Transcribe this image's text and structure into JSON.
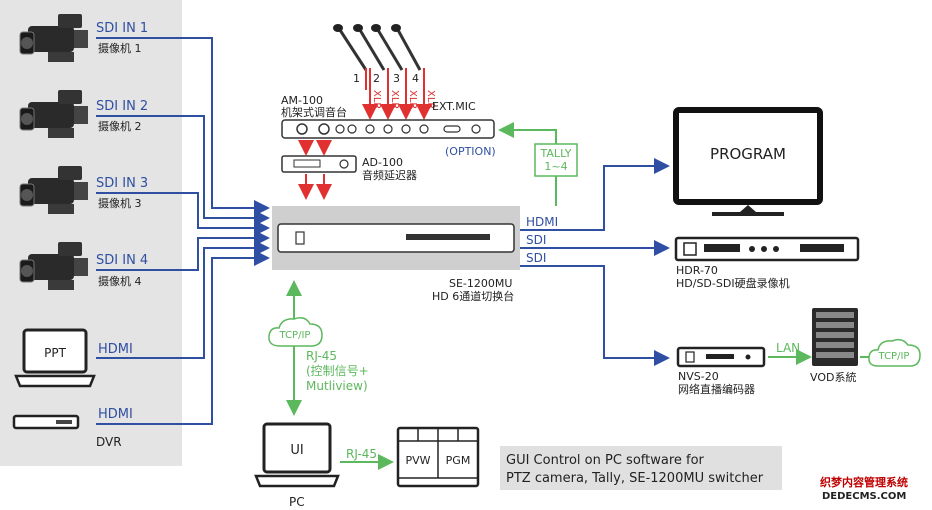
{
  "cameras": [
    {
      "input": "SDI IN 1",
      "label": "摄像机 1"
    },
    {
      "input": "SDI IN 2",
      "label": "摄像机 2"
    },
    {
      "input": "SDI IN 3",
      "label": "摄像机 3"
    },
    {
      "input": "SDI IN 4",
      "label": "摄像机 4"
    }
  ],
  "laptop": {
    "screen": "PPT",
    "link": "HDMI"
  },
  "dvr": {
    "label": "DVR",
    "link": "HDMI"
  },
  "mics": {
    "numbers": [
      "1",
      "2",
      "3",
      "4"
    ],
    "xlr": "XLR",
    "ext": "EXT.MIC"
  },
  "mixer": {
    "model": "AM-100",
    "desc": "机架式调音台",
    "option": "(OPTION)"
  },
  "delay": {
    "model": "AD-100",
    "desc": "音频延迟器"
  },
  "tally": {
    "line1": "TALLY",
    "line2": "1~4"
  },
  "switcher": {
    "model": "SE-1200MU",
    "desc": "HD 6通道切换台"
  },
  "outputs": {
    "hdmi": "HDMI",
    "sdi1": "SDI",
    "sdi2": "SDI"
  },
  "program": {
    "label": "PROGRAM"
  },
  "recorder": {
    "model": "HDR-70",
    "desc": "HD/SD-SDI硬盘录像机"
  },
  "encoder": {
    "model": "NVS-20",
    "desc": "网络直播编码器",
    "link": "LAN"
  },
  "vod": {
    "label": "VOD系統"
  },
  "cloud1": {
    "label": "TCP/IP"
  },
  "cloud2": {
    "label": "TCP/IP"
  },
  "rj45": {
    "line1": "RJ-45",
    "line2": "(控制信号+",
    "line3": "Mutliview)"
  },
  "pc": {
    "screen": "UI",
    "label": "PC",
    "link": "RJ-45"
  },
  "multiview": {
    "pvw": "PVW",
    "pgm": "PGM"
  },
  "gui": {
    "line1": "GUI Control on PC software for",
    "line2": "PTZ camera, Tally, SE-1200MU switcher"
  },
  "watermark": {
    "line1": "织梦内容管理系统",
    "line2": "DEDECMS.COM"
  }
}
